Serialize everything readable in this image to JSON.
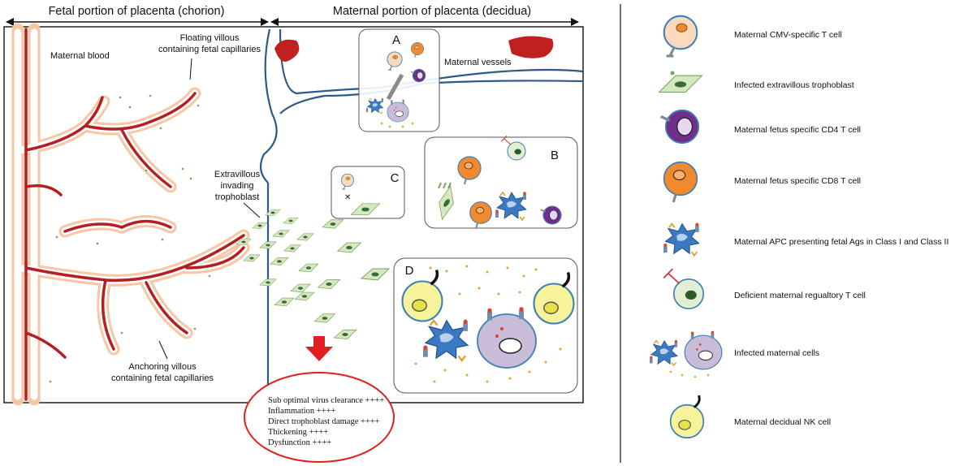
{
  "headers": {
    "fetal": "Fetal portion of placenta (chorion)",
    "maternal": "Maternal portion of placenta (decidua)"
  },
  "labels": {
    "maternal_blood": "Maternal blood",
    "floating_villous": [
      "Floating villous",
      "containing fetal capillaries"
    ],
    "anchoring_villous": [
      "Anchoring villous",
      "containing fetal capillaries"
    ],
    "extravillous": [
      "Extravillous",
      "invading",
      "trophoblast"
    ],
    "maternal_vessels": "Maternal vessels"
  },
  "panels": [
    "A",
    "B",
    "C",
    "D"
  ],
  "outcomes": [
    "Sub optimal virus clearance ++++",
    "Inflammation ++++",
    "Direct trophoblast damage ++++",
    "Thickening ++++",
    "Dysfunction ++++"
  ],
  "legend": [
    {
      "icon": "maternal-cmv-t-cell-icon",
      "label": "Maternal CMV-specific T cell"
    },
    {
      "icon": "infected-trophoblast-icon",
      "label": "Infected extravillous trophoblast"
    },
    {
      "icon": "cd4-t-cell-icon",
      "label": "Maternal fetus specific CD4 T cell"
    },
    {
      "icon": "cd8-t-cell-icon",
      "label": "Maternal fetus specific CD8 T cell"
    },
    {
      "icon": "apc-icon",
      "label": "Maternal APC presenting fetal Ags in Class I and Class II"
    },
    {
      "icon": "treg-icon",
      "label": "Deficient maternal regualtory T cell"
    },
    {
      "icon": "infected-maternal-cells-icon",
      "label": "Infected maternal cells"
    },
    {
      "icon": "nk-cell-icon",
      "label": "Maternal decidual NK cell"
    }
  ],
  "colors": {
    "villous": "#f7c7a4",
    "capillary": "#b51e23",
    "vessel": "#2e5a88",
    "trophoblast": "#d6e8c0",
    "cd8": "#f08a2c",
    "cd4": "#7a3b96",
    "apc": "#3b79c2",
    "nk": "#f6f39a",
    "outcome_ring": "#e02020"
  }
}
